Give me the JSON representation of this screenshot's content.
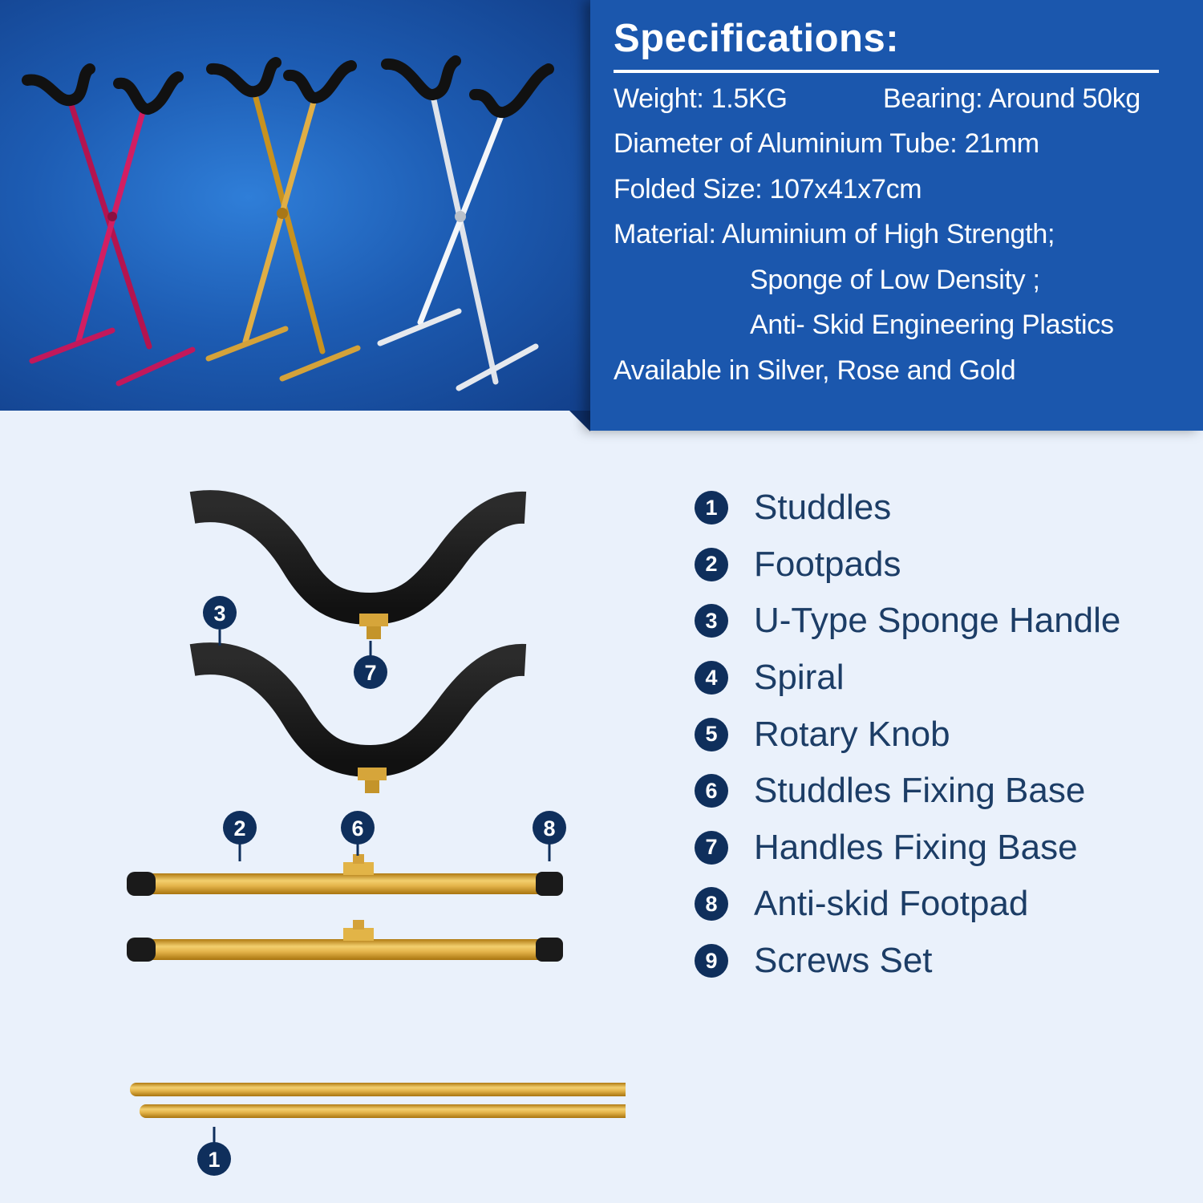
{
  "specs": {
    "title": "Specifications:",
    "weight": "Weight: 1.5KG",
    "bearing": "Bearing: Around 50kg",
    "diameter": "Diameter of Aluminium Tube: 21mm",
    "folded_size": "Folded Size: 107x41x7cm",
    "material_1": "Material: Aluminium of High Strength;",
    "material_2": "Sponge of Low Density ;",
    "material_3": "Anti- Skid Engineering Plastics",
    "availability": "Available in Silver, Rose and Gold"
  },
  "parts": [
    {
      "num": "1",
      "label": "Studdles"
    },
    {
      "num": "2",
      "label": "Footpads"
    },
    {
      "num": "3",
      "label": "U-Type Sponge Handle"
    },
    {
      "num": "4",
      "label": "Spiral"
    },
    {
      "num": "5",
      "label": "Rotary Knob"
    },
    {
      "num": "6",
      "label": "Studdles Fixing Base"
    },
    {
      "num": "7",
      "label": "Handles Fixing Base"
    },
    {
      "num": "8",
      "label": "Anti-skid Footpad"
    },
    {
      "num": "9",
      "label": "Screws Set"
    }
  ],
  "colors": {
    "rose": "#c2185b",
    "gold": "#d4a23a",
    "silver": "#e6e9ee",
    "spec_panel": "#1b57ad",
    "badge": "#0f2f5c"
  }
}
